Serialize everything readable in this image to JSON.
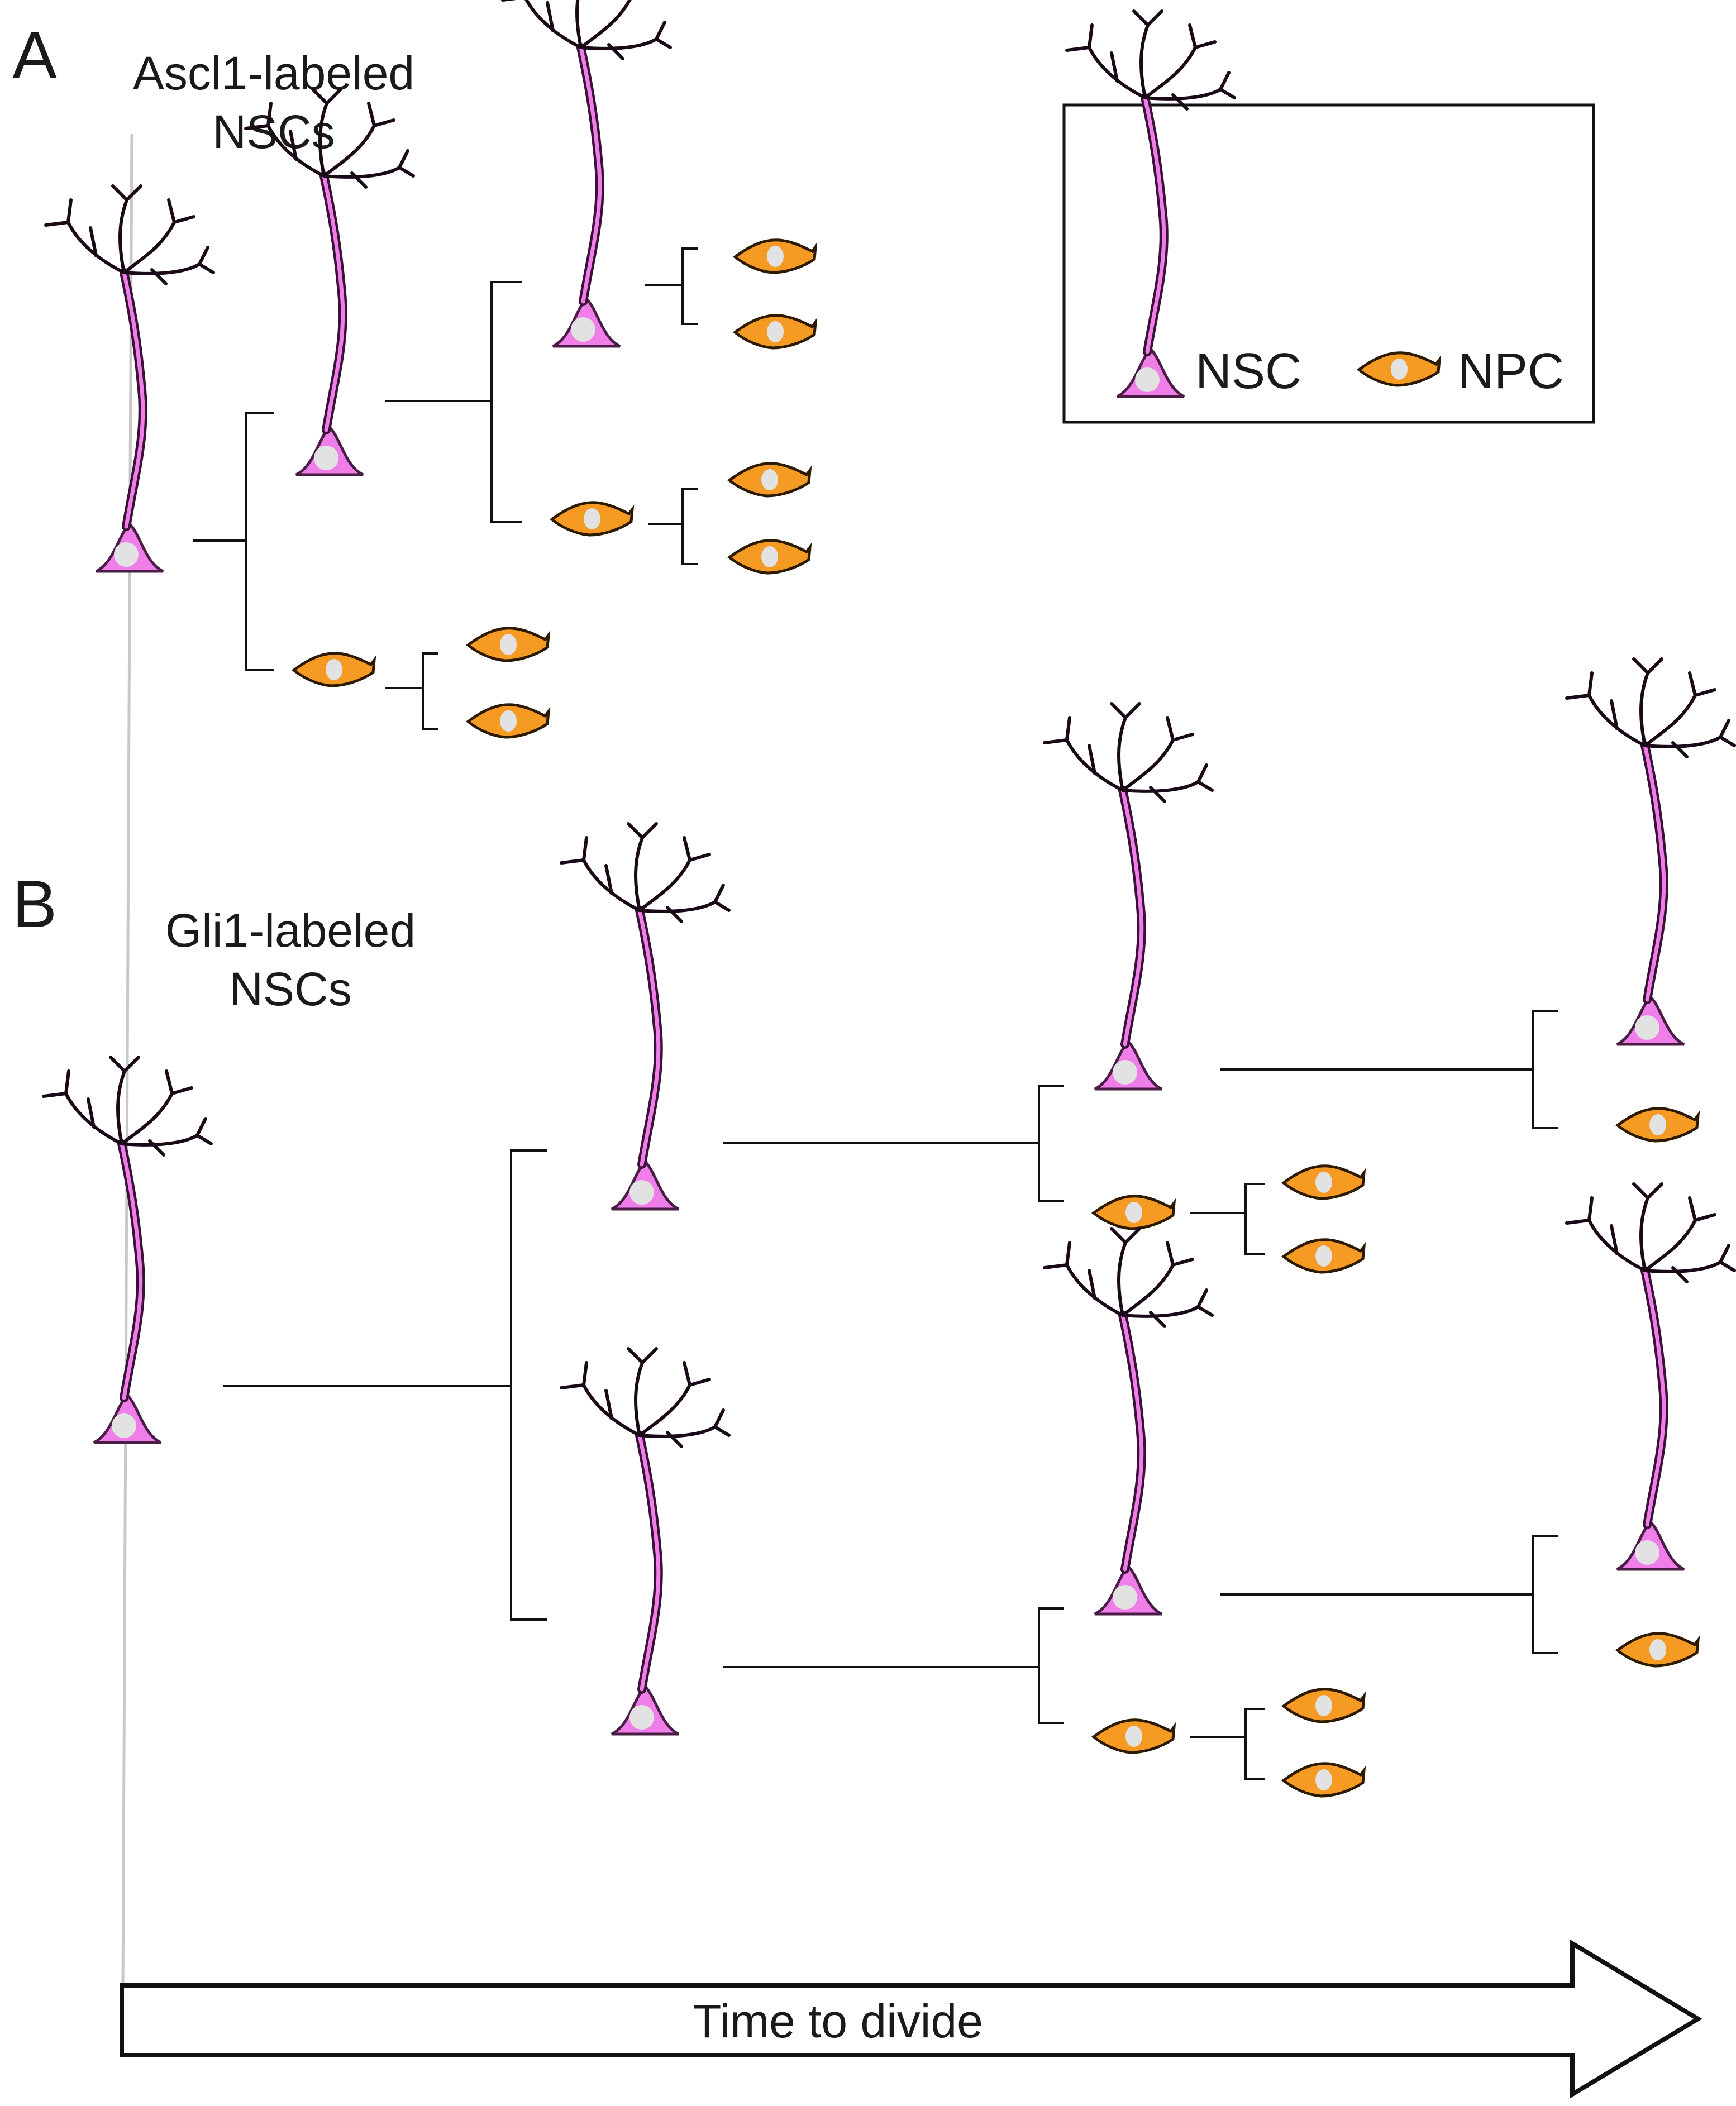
{
  "panels": {
    "a": {
      "letter": "A",
      "label_line1": "Ascl1-labeled",
      "label_line2": "NSCs"
    },
    "b": {
      "letter": "B",
      "label_line1": "Gli1-labeled",
      "label_line2": "NSCs"
    }
  },
  "legend": {
    "nsc": "NSC",
    "npc": "NPC"
  },
  "axis": {
    "label": "Time to divide"
  },
  "colors": {
    "nsc_body": "#f07ee8",
    "nsc_outline": "#6e2a68",
    "npc_body": "#f59a22",
    "npc_outline": "#3b2300",
    "nucleus": "#e2e2e2",
    "line": "#111111",
    "timeline": "#c8c8c8"
  }
}
